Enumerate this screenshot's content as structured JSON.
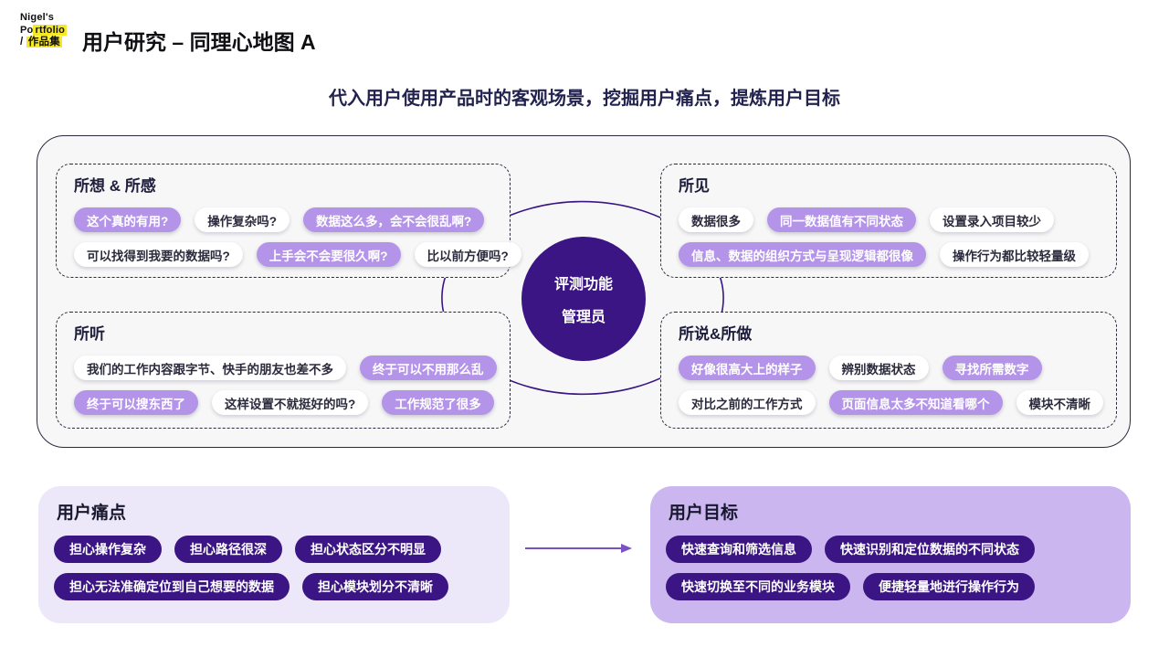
{
  "logo": {
    "line1": "Nigel's",
    "line2_pre": "Po",
    "line2_hl": "rtfolio",
    "line3_pre": "/ ",
    "line3_hl": "作品集"
  },
  "header": {
    "title": "用户研究 – 同理心地图 A"
  },
  "subtitle": "代入用户使用产品时的客观场景，挖掘用户痛点，提炼用户目标",
  "empathy_map": {
    "center": {
      "line1": "评测功能",
      "line2": "管理员"
    },
    "quadrants": [
      {
        "title": "所想 & 所感",
        "rows": [
          [
            {
              "text": "这个真的有用?",
              "tone": "purple"
            },
            {
              "text": "操作复杂吗?",
              "tone": "white"
            },
            {
              "text": "数据这么多，会不会很乱啊?",
              "tone": "purple"
            }
          ],
          [
            {
              "text": "可以找得到我要的数据吗?",
              "tone": "white"
            },
            {
              "text": "上手会不会要很久啊?",
              "tone": "purple"
            },
            {
              "text": "比以前方便吗?",
              "tone": "white"
            }
          ]
        ]
      },
      {
        "title": "所见",
        "rows": [
          [
            {
              "text": "数据很多",
              "tone": "white"
            },
            {
              "text": "同一数据值有不同状态",
              "tone": "purple"
            },
            {
              "text": "设置录入项目较少",
              "tone": "white"
            }
          ],
          [
            {
              "text": "信息、数据的组织方式与呈现逻辑都很像",
              "tone": "purple"
            },
            {
              "text": "操作行为都比较轻量级",
              "tone": "white"
            }
          ]
        ]
      },
      {
        "title": "所听",
        "rows": [
          [
            {
              "text": "我们的工作内容跟字节、快手的朋友也差不多",
              "tone": "white"
            },
            {
              "text": "终于可以不用那么乱",
              "tone": "purple"
            }
          ],
          [
            {
              "text": "终于可以搜东西了",
              "tone": "purple"
            },
            {
              "text": "这样设置不就挺好的吗?",
              "tone": "white"
            },
            {
              "text": "工作规范了很多",
              "tone": "purple"
            }
          ]
        ]
      },
      {
        "title": "所说&所做",
        "rows": [
          [
            {
              "text": "好像很高大上的样子",
              "tone": "purple"
            },
            {
              "text": "辨别数据状态",
              "tone": "white"
            },
            {
              "text": "寻找所需数字",
              "tone": "purple"
            }
          ],
          [
            {
              "text": "对比之前的工作方式",
              "tone": "white"
            },
            {
              "text": "页面信息太多不知道看哪个",
              "tone": "purple"
            },
            {
              "text": "模块不清晰",
              "tone": "white"
            }
          ]
        ]
      }
    ]
  },
  "pain_points": {
    "title": "用户痛点",
    "rows": [
      [
        "担心操作复杂",
        "担心路径很深",
        "担心状态区分不明显"
      ],
      [
        "担心无法准确定位到自己想要的数据",
        "担心模块划分不清晰"
      ]
    ]
  },
  "goals": {
    "title": "用户目标",
    "rows": [
      [
        "快速查询和筛选信息",
        "快速识别和定位数据的不同状态"
      ],
      [
        "快速切换至不同的业务模块",
        "便捷轻量地进行操作行为"
      ]
    ]
  },
  "colors": {
    "dark-purple": "#3b1583",
    "light-purple": "#b494e9",
    "pain-bg": "#ece8fa",
    "goal-bg": "#ccb6f0",
    "container-bg": "#f7f7f8",
    "yellow": "#f5e829",
    "ink": "#1e1e3c",
    "arrow": "#7b52c1"
  }
}
